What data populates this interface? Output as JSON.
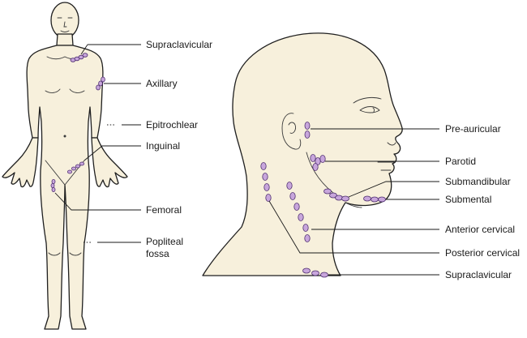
{
  "colors": {
    "skin": "#f7f0dc",
    "outline": "#1f1f1f",
    "lymph_node_fill": "#c8a6dc",
    "lymph_node_stroke": "#4e2e70"
  },
  "body_labels": {
    "supraclavicular": "Supraclavicular",
    "axillary": "Axillary",
    "epitrochlear": "Epitrochlear",
    "inguinal": "Inguinal",
    "femoral": "Femoral",
    "popliteal_line1": "Popliteal",
    "popliteal_line2": "fossa"
  },
  "head_labels": {
    "pre_auricular": "Pre-auricular",
    "parotid": "Parotid",
    "submandibular": "Submandibular",
    "submental": "Submental",
    "anterior_cervical": "Anterior cervical",
    "posterior_cervical": "Posterior cervical",
    "supraclavicular": "Supraclavicular"
  }
}
